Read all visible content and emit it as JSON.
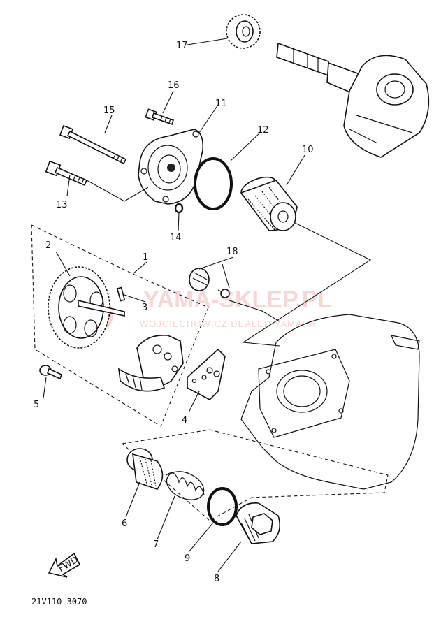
{
  "callouts": [
    {
      "id": "callout-1",
      "text": "1"
    },
    {
      "id": "callout-2",
      "text": "2"
    },
    {
      "id": "callout-3",
      "text": "3"
    },
    {
      "id": "callout-4",
      "text": "4"
    },
    {
      "id": "callout-5",
      "text": "5"
    },
    {
      "id": "callout-6",
      "text": "6"
    },
    {
      "id": "callout-7",
      "text": "7"
    },
    {
      "id": "callout-8",
      "text": "8"
    },
    {
      "id": "callout-9",
      "text": "9"
    },
    {
      "id": "callout-10",
      "text": "10"
    },
    {
      "id": "callout-11",
      "text": "11"
    },
    {
      "id": "callout-12",
      "text": "12"
    },
    {
      "id": "callout-13",
      "text": "13"
    },
    {
      "id": "callout-14",
      "text": "14"
    },
    {
      "id": "callout-15",
      "text": "15"
    },
    {
      "id": "callout-16",
      "text": "16"
    },
    {
      "id": "callout-17",
      "text": "17"
    },
    {
      "id": "callout-18",
      "text": "18"
    }
  ],
  "fwd_label": "FWD",
  "diagram_code": "21V110-3070",
  "watermark": {
    "main": "YAMA-SKLEP.PL",
    "sub": "WOJCIECHOWICZ DEALER YAMAHA"
  }
}
